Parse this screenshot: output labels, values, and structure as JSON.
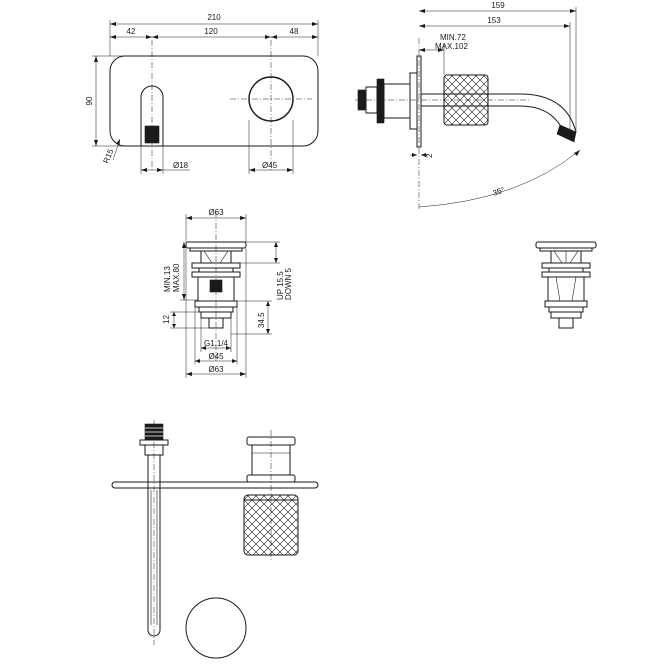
{
  "front_view": {
    "dims": {
      "overall_width": "210",
      "left_offset": "42",
      "center_spacing": "120",
      "right_offset": "48",
      "height": "90",
      "corner_radius": "R15",
      "spout_diameter": "Ø18",
      "knob_diameter": "Ø45"
    }
  },
  "side_view": {
    "dims": {
      "overall_length": "159",
      "projection": "153",
      "wall_min": "MIN.72",
      "wall_max": "MAX.102",
      "plate_thickness": "2",
      "rotation_angle": "35°"
    }
  },
  "waste_view": {
    "dims": {
      "top_diameter": "Ø63",
      "height_min": "MIN.13",
      "height_max": "MAX.80",
      "travel_up": "UP 15.5",
      "travel_down": "DOWN 5",
      "body_height": "34.5",
      "thread_height": "12",
      "thread": "G1.1/4",
      "body_diameter": "Ø45",
      "bottom_diameter": "Ø63"
    }
  }
}
